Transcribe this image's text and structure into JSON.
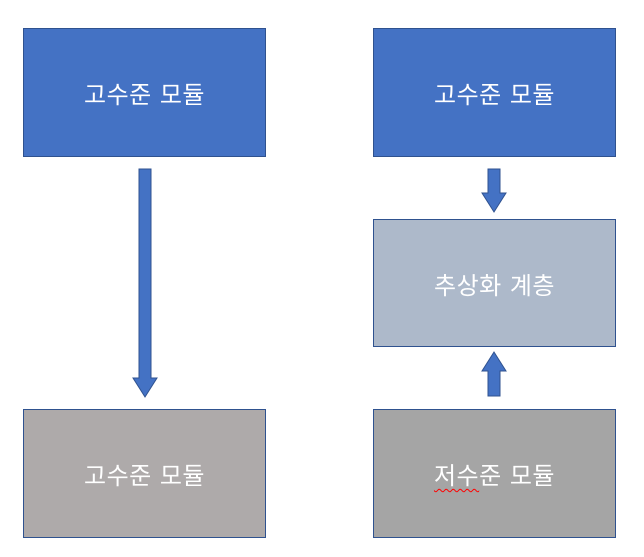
{
  "diagram": {
    "left": {
      "top_box": "고수준 모듈",
      "bottom_box": "고수준 모듈"
    },
    "right": {
      "top_box": "고수준 모듈",
      "middle_box": "추상화 계층",
      "bottom_box_misspelled": "저수",
      "bottom_box_rest": "준 모듈"
    }
  },
  "colors": {
    "high_level": "#4472c4",
    "abstraction": "#adb9ca",
    "low_level_left": "#aeaaaa",
    "low_level_right": "#a5a5a5",
    "arrow": "#4472c4",
    "spellcheck": "#ff0000"
  }
}
